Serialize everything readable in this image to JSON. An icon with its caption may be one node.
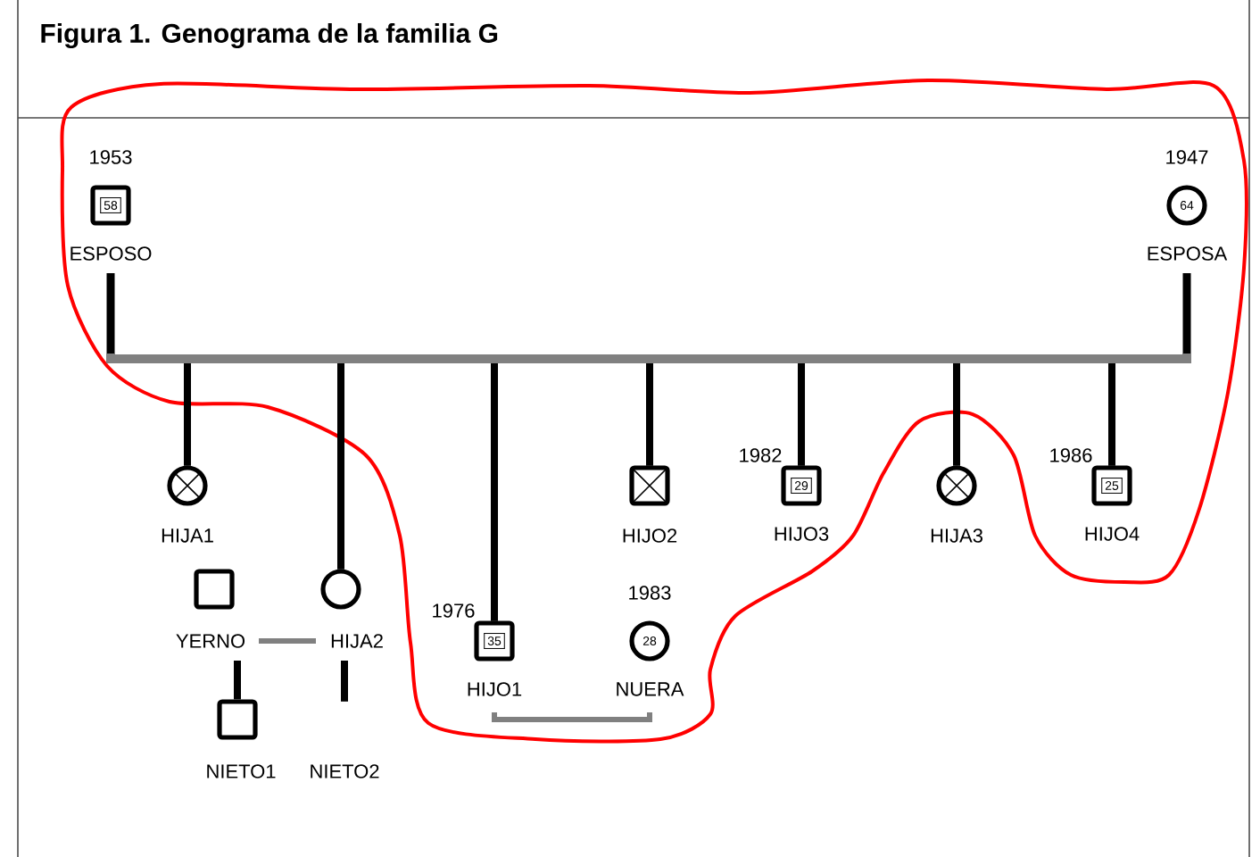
{
  "diagram": {
    "title": "Figura 1. Genograma de la familia G",
    "nodes": [
      {
        "text": [
          "58"
        ],
        "beside": [
          "1953",
          "ESPOSO"
        ]
      },
      {
        "text": [
          "64"
        ],
        "beside": [
          "1947",
          "ESPOSA"
        ]
      },
      {
        "text": [],
        "shape": "circle",
        "beside": [
          "HIJA1"
        ]
      },
      {
        "text": [],
        "shape": "box",
        "beside": [
          "HIJO2"
        ]
      },
      {
        "text": [
          "29"
        ],
        "beside": [
          "1982",
          "HIJO3"
        ]
      },
      {
        "text": [],
        "shape": "circle",
        "beside": [
          "HIJA3"
        ]
      },
      {
        "text": [
          "25"
        ],
        "beside": [
          "1986",
          "HIJO4"
        ]
      },
      {
        "text": [],
        "shape": "box",
        "beside": [
          "YERNO"
        ]
      },
      {
        "text": [],
        "shape": "circle",
        "beside": [
          "HIJA2"
        ]
      },
      {
        "text": [
          "35"
        ],
        "beside": [
          "1976",
          "HIJO1"
        ]
      },
      {
        "text": [
          "28"
        ],
        "beside": [
          "1983",
          "NUERA"
        ]
      },
      {
        "text": [],
        "shape": "box",
        "beside": [
          "NIETO1"
        ]
      },
      {
        "text": [
          "NIETO2"
        ]
      }
    ],
    "edges": [
      {
        "from": 0,
        "to": 1,
        "arrow": "none",
        "color": "#808080"
      },
      {
        "from": 0,
        "to": 2,
        "arrow": "none"
      },
      {
        "from": 1,
        "to": 2,
        "arrow": "none"
      },
      {
        "from": 0,
        "to": 8,
        "arrow": "none"
      },
      {
        "from": 1,
        "to": 8,
        "arrow": "none"
      },
      {
        "from": 0,
        "to": 9,
        "arrow": "none"
      },
      {
        "from": 1,
        "to": 9,
        "arrow": "none"
      },
      {
        "from": 0,
        "to": 3,
        "arrow": "none"
      },
      {
        "from": 1,
        "to": 3,
        "arrow": "none"
      },
      {
        "from": 0,
        "to": 4,
        "arrow": "none"
      },
      {
        "from": 1,
        "to": 4,
        "arrow": "none"
      },
      {
        "from": 0,
        "to": 5,
        "arrow": "none"
      },
      {
        "from": 1,
        "to": 5,
        "arrow": "none"
      },
      {
        "from": 0,
        "to": 6,
        "arrow": "none"
      },
      {
        "from": 1,
        "to": 6,
        "arrow": "none"
      },
      {
        "from": 7,
        "to": 8,
        "arrow": "none",
        "color": "#808080"
      },
      {
        "from": 7,
        "to": 11,
        "arrow": "none"
      },
      {
        "from": 8,
        "to": 12,
        "arrow": "none"
      },
      {
        "from": 9,
        "to": 10,
        "arrow": "none",
        "color": "#808080"
      }
    ]
  }
}
